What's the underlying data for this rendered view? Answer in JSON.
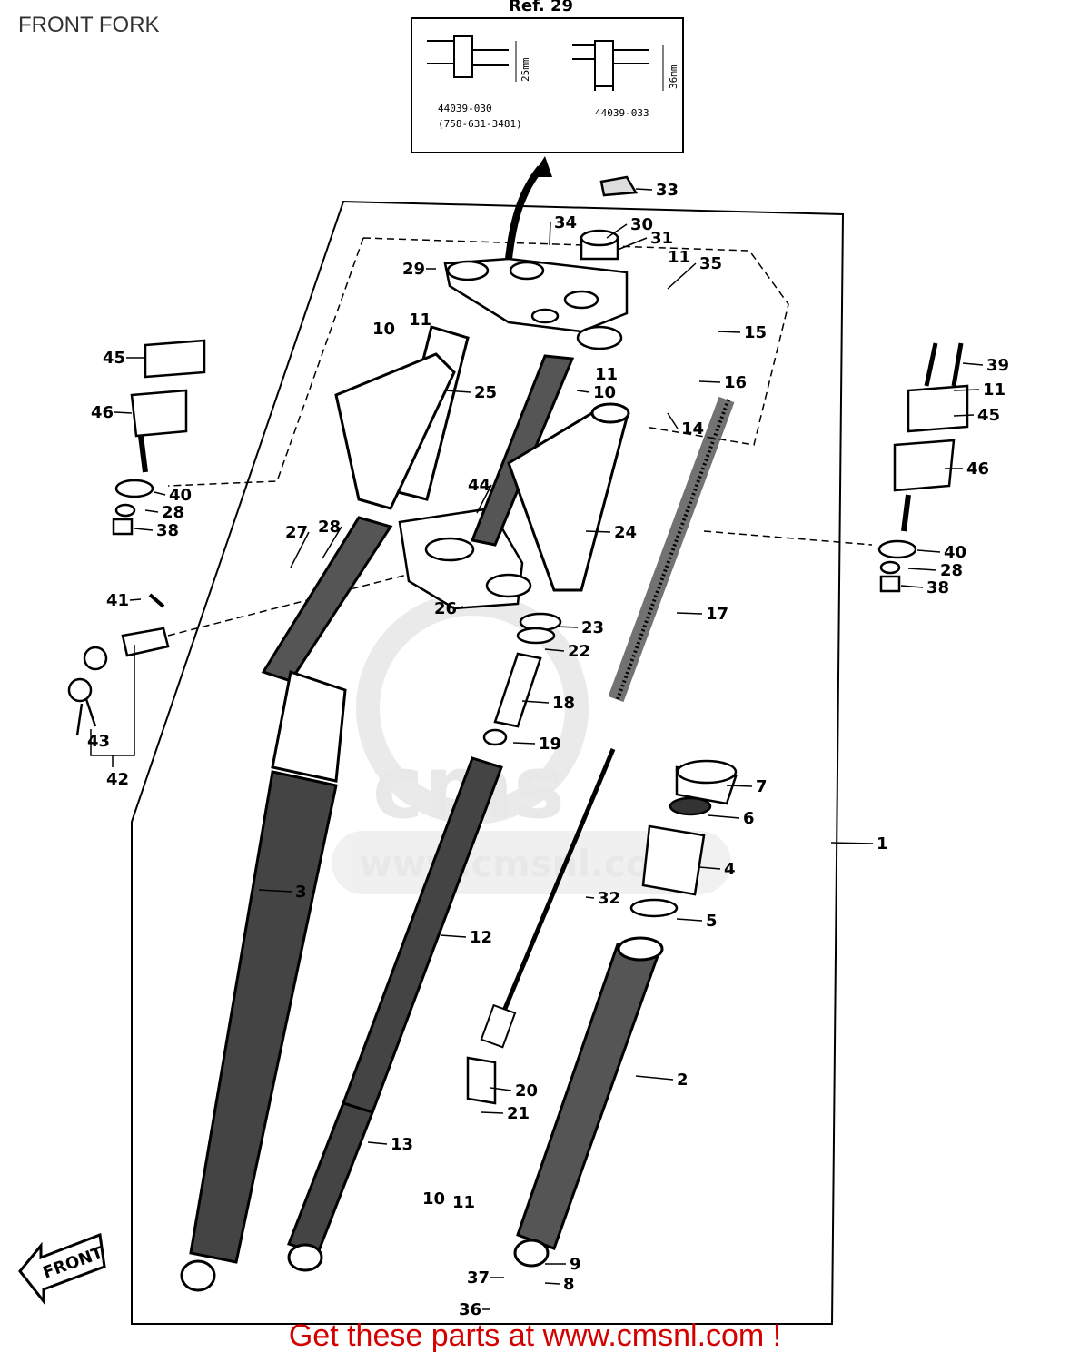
{
  "page": {
    "title": "FRONT FORK"
  },
  "inset": {
    "title": "Ref. 29",
    "left_code": "44039-030",
    "left_code_alt": "(758-631-3481)",
    "left_dim": "25mm",
    "right_code": "44039-033",
    "right_dim": "36mm"
  },
  "callouts": [
    "1",
    "2",
    "3",
    "4",
    "5",
    "6",
    "7",
    "8",
    "9",
    "10",
    "11",
    "12",
    "13",
    "14",
    "15",
    "16",
    "17",
    "18",
    "19",
    "20",
    "21",
    "22",
    "23",
    "24",
    "25",
    "26",
    "27",
    "28",
    "29",
    "30",
    "31",
    "32",
    "33",
    "34",
    "35",
    "36",
    "37",
    "38",
    "39",
    "40",
    "41",
    "42",
    "43",
    "44",
    "45",
    "46"
  ],
  "front_marker": "FRONT",
  "watermark": {
    "logo": "cms",
    "url": "www.cmsnl.com"
  },
  "banner": {
    "text": "Get these parts at www.cmsnl.com !",
    "color": "#d40000"
  }
}
